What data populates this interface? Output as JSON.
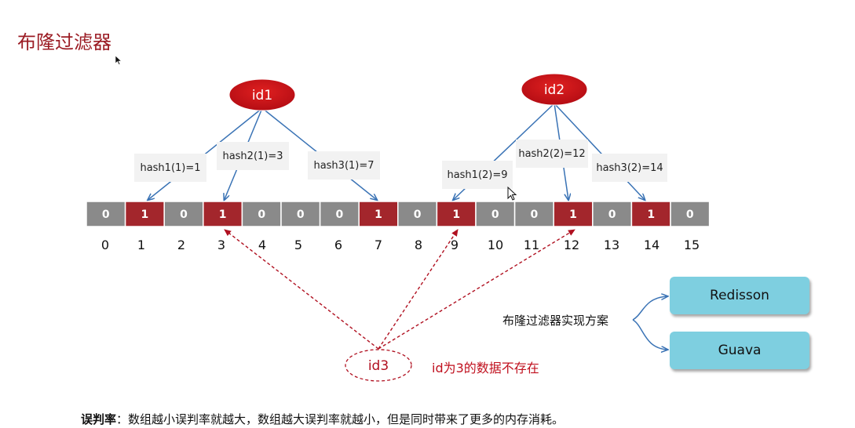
{
  "title": "布隆过滤器",
  "bit_array": {
    "bits": [
      "0",
      "1",
      "0",
      "1",
      "0",
      "0",
      "0",
      "1",
      "0",
      "1",
      "0",
      "0",
      "1",
      "0",
      "1",
      "0"
    ],
    "indices": [
      "0",
      "1",
      "2",
      "3",
      "4",
      "5",
      "6",
      "7",
      "8",
      "9",
      "10",
      "11",
      "12",
      "13",
      "14",
      "15"
    ],
    "colors": {
      "zero": "#8a8a8a",
      "one": "#a3262c"
    }
  },
  "nodes": {
    "id1": {
      "label": "id1",
      "hashes": [
        "hash1(1)=1",
        "hash2(1)=3",
        "hash3(1)=7"
      ],
      "targets": [
        1,
        3,
        7
      ]
    },
    "id2": {
      "label": "id2",
      "hashes": [
        "hash1(2)=9",
        "hash2(2)=12",
        "hash3(2)=14"
      ],
      "targets": [
        9,
        12,
        14
      ]
    },
    "id3": {
      "label": "id3",
      "targets": [
        3,
        9,
        12
      ],
      "note": "id为3的数据不存在"
    }
  },
  "implementations": {
    "label": "布隆过滤器实现方案",
    "options": [
      "Redisson",
      "Guava"
    ]
  },
  "bottom_note": {
    "term": "误判率",
    "text": "：数组越小误判率就越大，数组越大误判率就越小，但是同时带来了更多的内存消耗。"
  }
}
